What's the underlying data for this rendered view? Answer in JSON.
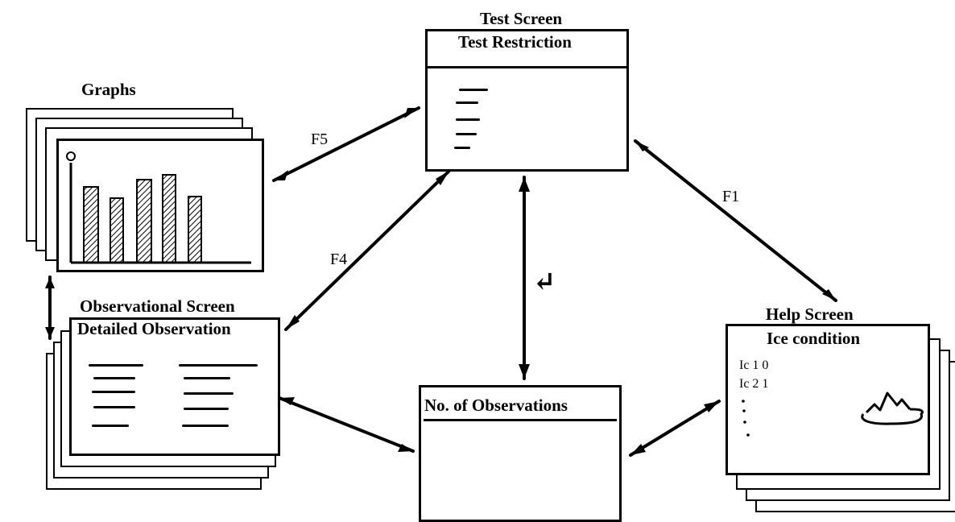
{
  "screens": {
    "test": {
      "title": "Test Screen",
      "subtitle": "Test Restriction"
    },
    "graphs": {
      "title": "Graphs"
    },
    "observational": {
      "title": "Observational Screen",
      "subtitle": "Detailed Observation"
    },
    "observations_count": {
      "title": "No. of Observations"
    },
    "help": {
      "title": "Help Screen",
      "subtitle": "Ice condition",
      "lines": [
        "Ic 1 0",
        "Ic 2 1"
      ]
    }
  },
  "keys": {
    "graphs_link": "F5",
    "help_link": "F1",
    "observational_link": "F4",
    "enter": "↵"
  }
}
